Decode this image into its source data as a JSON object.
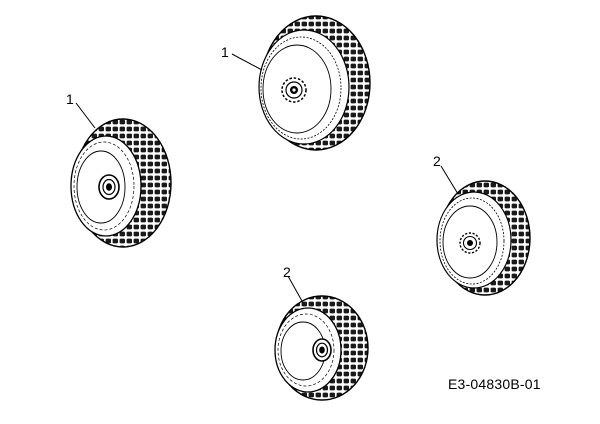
{
  "diagram": {
    "callouts": [
      {
        "label": "1"
      },
      {
        "label": "1"
      },
      {
        "label": "2"
      },
      {
        "label": "2"
      }
    ],
    "reference_code": "E3-04830B-01"
  }
}
